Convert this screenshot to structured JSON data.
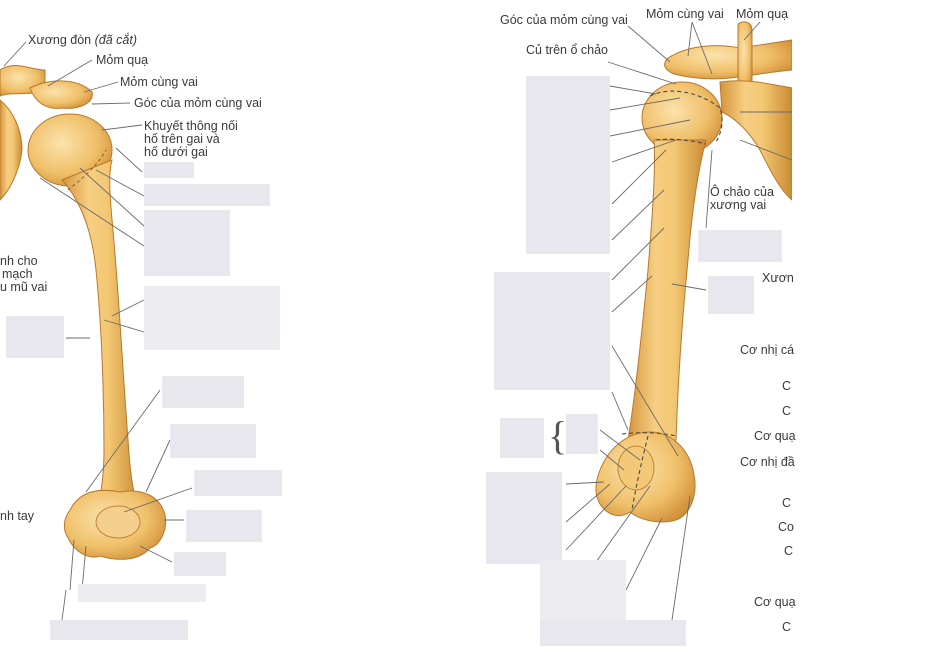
{
  "left_view": {
    "labels": {
      "clavicle": "Xương đòn",
      "clavicle_cut": "(đã cắt)",
      "coracoid": "Mỏm quạ",
      "acromion": "Mỏm cùng vai",
      "acromion_angle": "Góc của mỏm cùng vai",
      "notch_1": "Khuyết thông nối",
      "notch_2": "hố trên gai và",
      "notch_3": "hố dưới gai",
      "vessel_1": "nh cho",
      "vessel_2": "mạch",
      "vessel_3": "u mũ vai",
      "nerve_frag": "nh tay"
    }
  },
  "right_view": {
    "labels": {
      "acromion_angle": "Góc của mỏm cùng vai",
      "acromion": "Mỏm cùng vai",
      "coracoid": "Mỏm quạ",
      "supraglenoid": "Củ trên ổ chảo",
      "glenoid_1": "Ô chảo của",
      "glenoid_2": "xương vai",
      "bone_frag": "Xươn",
      "biceps_frag": "Cơ nhị cá",
      "c1": "C",
      "c2": "C",
      "coraco_frag": "Cơ quạ",
      "biceps2_frag": "Cơ nhị đầ",
      "c3": "C",
      "c4": "Co",
      "c5": "C",
      "coraco2_frag": "Cơ quạ",
      "c6": "C"
    }
  },
  "colors": {
    "bone_light": "#f8d793",
    "bone_mid": "#eeb85c",
    "bone_shadow": "#d08f35",
    "label": "#3a3a3a",
    "mask": "#e9e7ee"
  }
}
